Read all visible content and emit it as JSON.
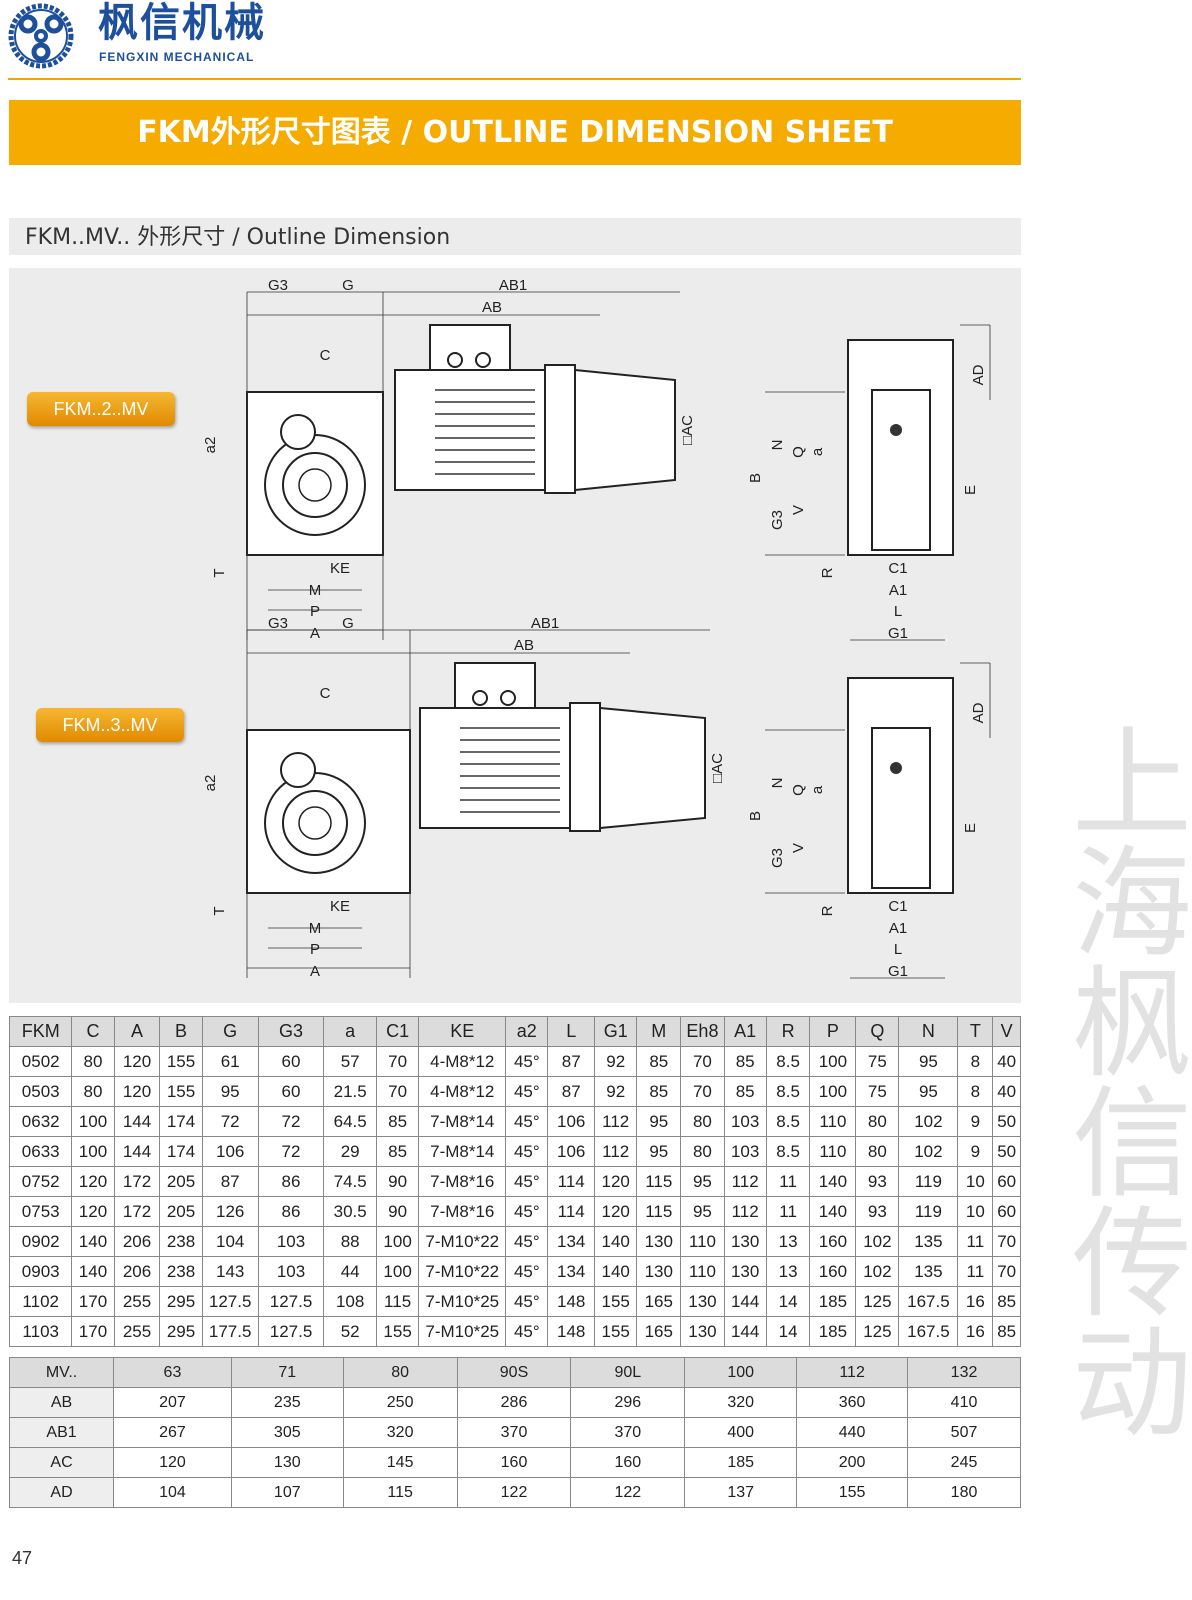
{
  "header": {
    "brand_cn": "枫信机械",
    "brand_en": "FENGXIN MECHANICAL",
    "title": "FKM外形尺寸图表 / OUTLINE DIMENSION SHEET"
  },
  "section": {
    "title": "FKM..MV.. 外形尺寸 / Outline Dimension"
  },
  "drawings": [
    {
      "label": "FKM..2..MV"
    },
    {
      "label": "FKM..3..MV"
    }
  ],
  "dim_labels": {
    "G3": "G3",
    "G": "G",
    "AB1": "AB1",
    "AB": "AB",
    "C": "C",
    "a2": "a2",
    "AC": "□AC",
    "T": "T",
    "KE": "KE",
    "M": "M",
    "P": "P",
    "A": "A",
    "B": "B",
    "N": "N",
    "Q": "Q",
    "a": "a",
    "V": "V",
    "R": "R",
    "AD": "AD",
    "E": "E",
    "C1": "C1",
    "A1": "A1",
    "L": "L",
    "G1": "G1"
  },
  "main_table": {
    "headers": [
      "FKM",
      "C",
      "A",
      "B",
      "G",
      "G3",
      "a",
      "C1",
      "KE",
      "a2",
      "L",
      "G1",
      "M",
      "Eh8",
      "A1",
      "R",
      "P",
      "Q",
      "N",
      "T",
      "V"
    ],
    "rows": [
      [
        "0502",
        "80",
        "120",
        "155",
        "61",
        "60",
        "57",
        "70",
        "4-M8*12",
        "45°",
        "87",
        "92",
        "85",
        "70",
        "85",
        "8.5",
        "100",
        "75",
        "95",
        "8",
        "40"
      ],
      [
        "0503",
        "80",
        "120",
        "155",
        "95",
        "60",
        "21.5",
        "70",
        "4-M8*12",
        "45°",
        "87",
        "92",
        "85",
        "70",
        "85",
        "8.5",
        "100",
        "75",
        "95",
        "8",
        "40"
      ],
      [
        "0632",
        "100",
        "144",
        "174",
        "72",
        "72",
        "64.5",
        "85",
        "7-M8*14",
        "45°",
        "106",
        "112",
        "95",
        "80",
        "103",
        "8.5",
        "110",
        "80",
        "102",
        "9",
        "50"
      ],
      [
        "0633",
        "100",
        "144",
        "174",
        "106",
        "72",
        "29",
        "85",
        "7-M8*14",
        "45°",
        "106",
        "112",
        "95",
        "80",
        "103",
        "8.5",
        "110",
        "80",
        "102",
        "9",
        "50"
      ],
      [
        "0752",
        "120",
        "172",
        "205",
        "87",
        "86",
        "74.5",
        "90",
        "7-M8*16",
        "45°",
        "114",
        "120",
        "115",
        "95",
        "112",
        "11",
        "140",
        "93",
        "119",
        "10",
        "60"
      ],
      [
        "0753",
        "120",
        "172",
        "205",
        "126",
        "86",
        "30.5",
        "90",
        "7-M8*16",
        "45°",
        "114",
        "120",
        "115",
        "95",
        "112",
        "11",
        "140",
        "93",
        "119",
        "10",
        "60"
      ],
      [
        "0902",
        "140",
        "206",
        "238",
        "104",
        "103",
        "88",
        "100",
        "7-M10*22",
        "45°",
        "134",
        "140",
        "130",
        "110",
        "130",
        "13",
        "160",
        "102",
        "135",
        "11",
        "70"
      ],
      [
        "0903",
        "140",
        "206",
        "238",
        "143",
        "103",
        "44",
        "100",
        "7-M10*22",
        "45°",
        "134",
        "140",
        "130",
        "110",
        "130",
        "13",
        "160",
        "102",
        "135",
        "11",
        "70"
      ],
      [
        "1102",
        "170",
        "255",
        "295",
        "127.5",
        "127.5",
        "108",
        "115",
        "7-M10*25",
        "45°",
        "148",
        "155",
        "165",
        "130",
        "144",
        "14",
        "185",
        "125",
        "167.5",
        "16",
        "85"
      ],
      [
        "1103",
        "170",
        "255",
        "295",
        "177.5",
        "127.5",
        "52",
        "155",
        "7-M10*25",
        "45°",
        "148",
        "155",
        "165",
        "130",
        "144",
        "14",
        "185",
        "125",
        "167.5",
        "16",
        "85"
      ]
    ]
  },
  "motor_table": {
    "rows": [
      [
        "MV..",
        "63",
        "71",
        "80",
        "90S",
        "90L",
        "100",
        "112",
        "132"
      ],
      [
        "AB",
        "207",
        "235",
        "250",
        "286",
        "296",
        "320",
        "360",
        "410"
      ],
      [
        "AB1",
        "267",
        "305",
        "320",
        "370",
        "370",
        "400",
        "440",
        "507"
      ],
      [
        "AC",
        "120",
        "130",
        "145",
        "160",
        "160",
        "185",
        "200",
        "245"
      ],
      [
        "AD",
        "104",
        "107",
        "115",
        "122",
        "122",
        "137",
        "155",
        "180"
      ]
    ]
  },
  "page_number": "47",
  "watermark": "上海枫信传动"
}
